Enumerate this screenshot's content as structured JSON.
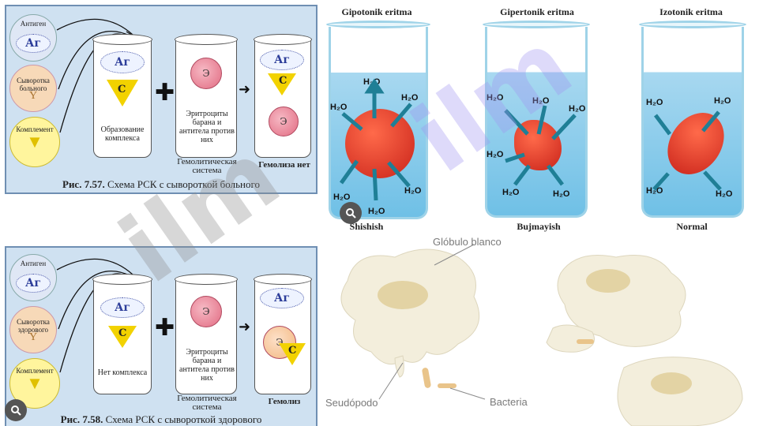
{
  "fig1": {
    "caption_num": "Рис. 7.57.",
    "caption_text": "Схема РСК с сывороткой больного",
    "left": {
      "antigen": "Антиген",
      "ag": "Аг",
      "serum": "Сыворотка больного",
      "complement": "Комплемент",
      "c": "C"
    },
    "tube1_label": "Образование комплекса",
    "tube2_label": "Эритроциты барана и антитела против них",
    "tube2_bottom": "Гемолитическая система",
    "tube3_bottom": "Гемолиза нет",
    "e": "Э"
  },
  "fig2": {
    "caption_num": "Рис. 7.58.",
    "caption_text": "Схема РСК с сывороткой здорового",
    "left": {
      "antigen": "Антиген",
      "ag": "Аг",
      "serum": "Сыворотка здорового",
      "complement": "Комплемент",
      "c": "C"
    },
    "tube1_label": "Нет комплекса",
    "tube2_label": "Эритроциты барана и антитела против них",
    "tube2_bottom": "Гемолитическая система",
    "tube3_bottom": "Гемолиз",
    "e": "Э"
  },
  "osmosis": {
    "titles": [
      "Gipotonik eritma",
      "Gipertonik eritma",
      "Izotonik eritma"
    ],
    "labels": [
      "Shishish",
      "Bujmayish",
      "Normal"
    ],
    "h2o": "H₂O"
  },
  "wbc": {
    "globulo": "Glóbulo blanco",
    "seudopodo": "Seudópodo",
    "bacteria": "Bacteria"
  },
  "colors": {
    "panel": "#cfe1f1",
    "beaker_water": "#6fc0e6",
    "cell_red": "#c9231a"
  }
}
